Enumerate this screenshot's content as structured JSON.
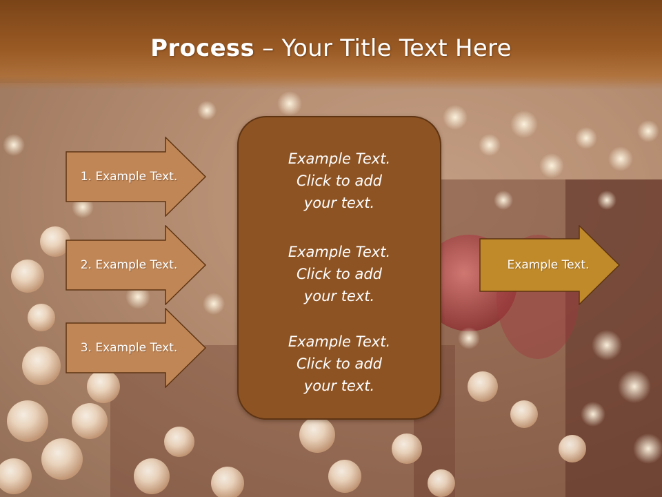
{
  "slide": {
    "title_bold": "Process",
    "title_separator": " – ",
    "title_rest": "Your Title Text Here",
    "left_steps": [
      {
        "label": "1. Example Text."
      },
      {
        "label": "2. Example Text."
      },
      {
        "label": "3. Example Text."
      }
    ],
    "center_blocks": [
      {
        "line1": "Example Text.",
        "line2": "Click  to add",
        "line3": "your text."
      },
      {
        "line1": "Example Text.",
        "line2": "Click  to add",
        "line3": "your text."
      },
      {
        "line1": "Example Text.",
        "line2": "Click  to add",
        "line3": "your text."
      }
    ],
    "right_output": {
      "label": "Example Text."
    }
  },
  "colors": {
    "title_band": "#9a5a24",
    "left_arrow_fill": "#c08656",
    "center_box_fill": "#8e5323",
    "right_arrow_fill": "#c08a2a",
    "text": "#ffffff"
  }
}
